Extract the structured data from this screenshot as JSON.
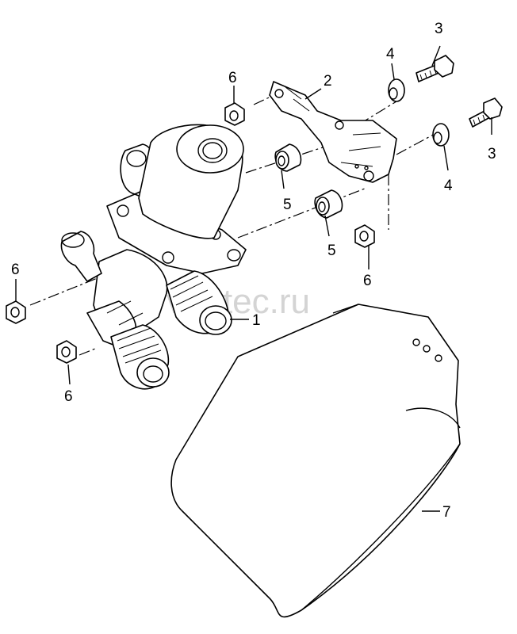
{
  "watermark": "vagtec.ru",
  "callouts": {
    "c1": "1",
    "c2": "2",
    "c3a": "3",
    "c3b": "3",
    "c4a": "4",
    "c4b": "4",
    "c5a": "5",
    "c5b": "5",
    "c6a": "6",
    "c6b": "6",
    "c6c": "6",
    "c6d": "6",
    "c7": "7"
  }
}
